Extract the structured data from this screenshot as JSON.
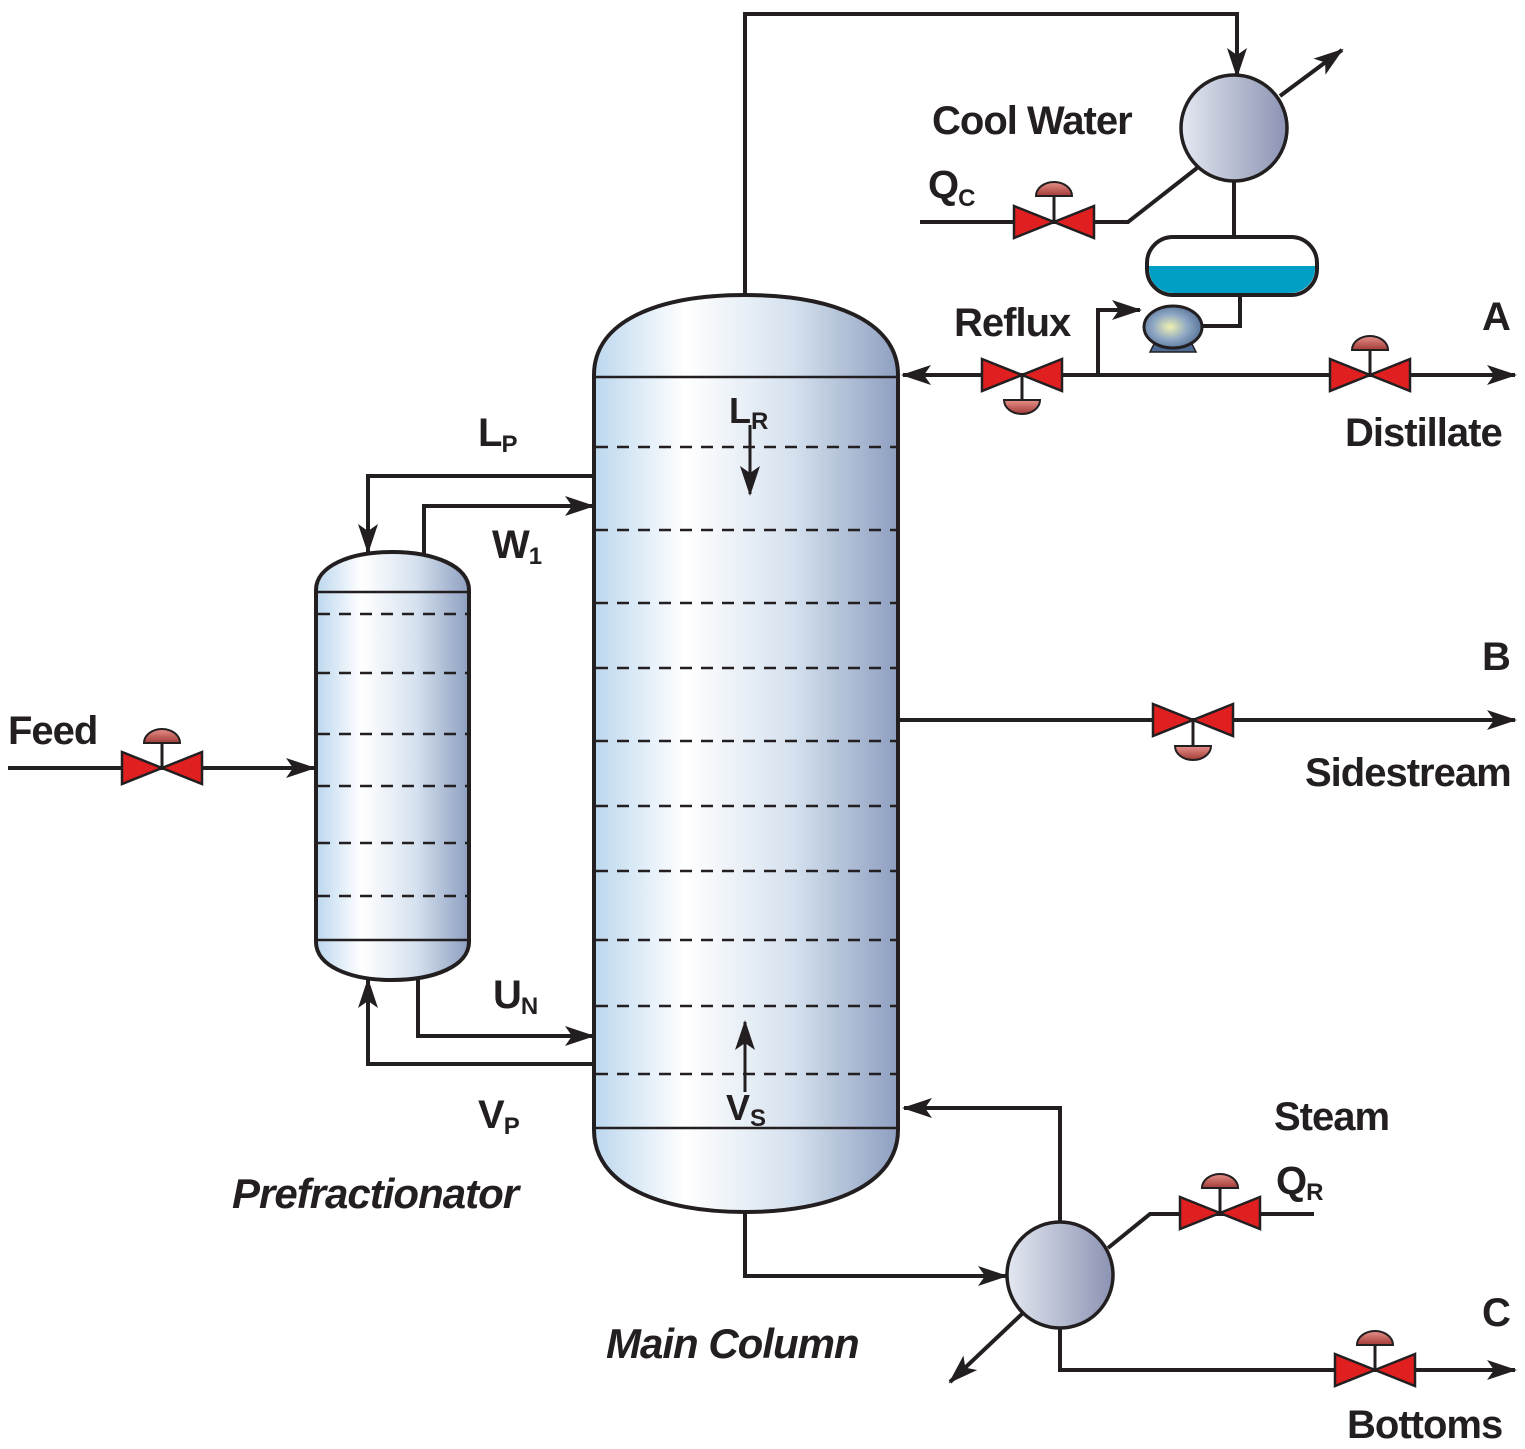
{
  "diagram": {
    "labels": {
      "cool_water": "Cool Water",
      "qc": "Q",
      "qc_sub": "C",
      "reflux": "Reflux",
      "a": "A",
      "distillate": "Distillate",
      "lp": "L",
      "lp_sub": "P",
      "lr": "L",
      "lr_sub": "R",
      "w1": "W",
      "w1_sub": "1",
      "b": "B",
      "sidestream": "Sidestream",
      "feed": "Feed",
      "un": "U",
      "un_sub": "N",
      "vp": "V",
      "vp_sub": "P",
      "vs": "V",
      "vs_sub": "S",
      "steam": "Steam",
      "qr": "Q",
      "qr_sub": "R",
      "prefractionator": "Prefractionator",
      "main_column": "Main Column",
      "c": "C",
      "bottoms": "Bottoms"
    },
    "colors": {
      "line": "#231f20",
      "valve_body": "#e02020",
      "actuator": "#c0504d",
      "liquid": "#00a0c6",
      "column_light": "#ffffff",
      "column_dark": "#8e9fc0"
    }
  }
}
